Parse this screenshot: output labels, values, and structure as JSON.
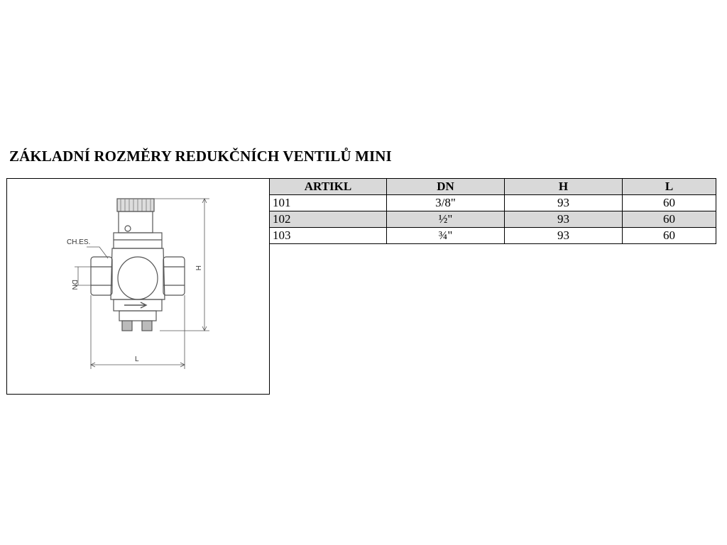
{
  "title": "ZÁKLADNÍ ROZMĚRY REDUKČNÍCH VENTILŮ MINI",
  "drawing": {
    "label_ches": "CH.ES.",
    "label_dn": "DN",
    "label_h": "H",
    "label_l": "L"
  },
  "table": {
    "headers": [
      "ARTIKL",
      "DN",
      "H",
      "L"
    ],
    "rows": [
      [
        "101",
        "3/8\"",
        "93",
        "60"
      ],
      [
        "102",
        "½\"",
        "93",
        "60"
      ],
      [
        "103",
        "¾\"",
        "93",
        "60"
      ]
    ]
  }
}
